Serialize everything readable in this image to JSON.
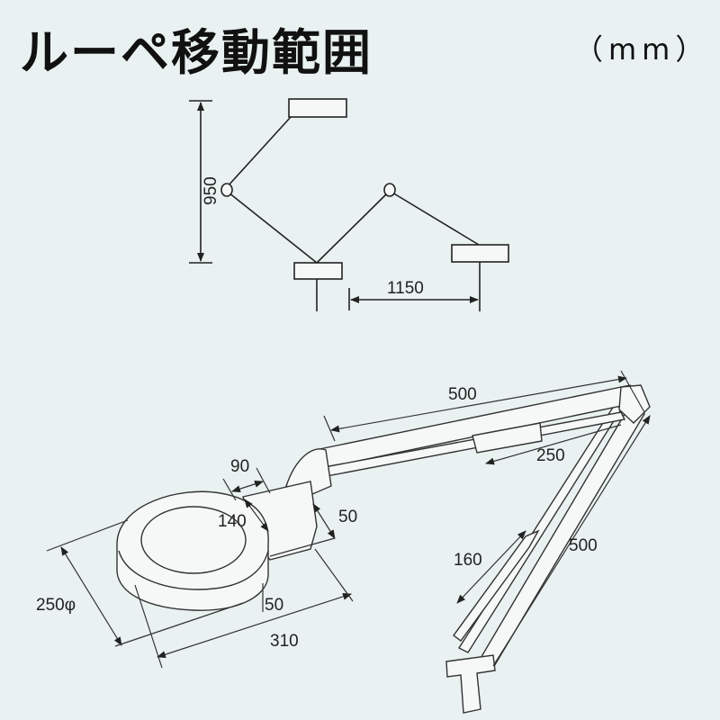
{
  "title": "ルーペ移動範囲",
  "unit": "（mm）",
  "range_diagram": {
    "vertical_range": "950",
    "horizontal_range": "1150"
  },
  "lamp_dimensions": {
    "upper_arm": "500",
    "upper_spring": "250",
    "head_width": "90",
    "head_depth": "140",
    "head_height": "50",
    "lens_diameter": "250φ",
    "ring_height": "50",
    "ring_length": "310",
    "lower_spring": "160",
    "lower_arm": "500"
  },
  "colors": {
    "background": "#e9f1f1",
    "line": "#222222",
    "fill": "#f6f8f8"
  }
}
